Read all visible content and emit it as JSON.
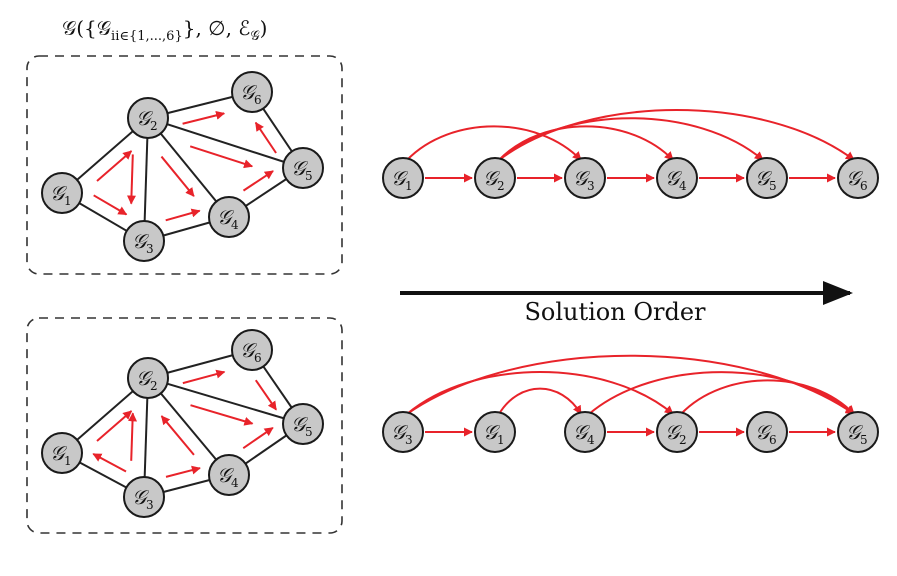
{
  "title": {
    "prefix": "𝒢({𝒢",
    "sub_i": "i",
    "set": "i∈{1,...,6}",
    "suffix": "}, ∅, ℰ",
    "sub_g": "𝒢",
    "close": ")"
  },
  "axis_label": "Solution Order",
  "node_symbol": "𝒢",
  "colors": {
    "arrow": "#e8232a",
    "node_fill": "#c8c8c8",
    "edge": "#222222"
  },
  "graphs": [
    {
      "nodes": [
        "1",
        "2",
        "3",
        "4",
        "5",
        "6"
      ],
      "edges": [
        [
          "1",
          "2"
        ],
        [
          "1",
          "3"
        ],
        [
          "2",
          "3"
        ],
        [
          "2",
          "4"
        ],
        [
          "2",
          "5"
        ],
        [
          "2",
          "6"
        ],
        [
          "3",
          "4"
        ],
        [
          "4",
          "5"
        ],
        [
          "5",
          "6"
        ]
      ],
      "arrows": [
        [
          "1",
          "2"
        ],
        [
          "1",
          "3"
        ],
        [
          "2",
          "3"
        ],
        [
          "2",
          "4"
        ],
        [
          "2",
          "5"
        ],
        [
          "2",
          "6"
        ],
        [
          "3",
          "4"
        ],
        [
          "4",
          "5"
        ],
        [
          "5",
          "6"
        ]
      ]
    },
    {
      "nodes": [
        "1",
        "2",
        "3",
        "4",
        "5",
        "6"
      ],
      "edges": [
        [
          "1",
          "2"
        ],
        [
          "1",
          "3"
        ],
        [
          "2",
          "3"
        ],
        [
          "2",
          "4"
        ],
        [
          "2",
          "5"
        ],
        [
          "2",
          "6"
        ],
        [
          "3",
          "4"
        ],
        [
          "4",
          "5"
        ],
        [
          "5",
          "6"
        ]
      ],
      "arrows": [
        [
          "1",
          "2"
        ],
        [
          "3",
          "1"
        ],
        [
          "3",
          "2"
        ],
        [
          "4",
          "2"
        ],
        [
          "2",
          "5"
        ],
        [
          "2",
          "6"
        ],
        [
          "3",
          "4"
        ],
        [
          "4",
          "5"
        ],
        [
          "6",
          "5"
        ]
      ]
    }
  ],
  "orders": [
    {
      "sequence": [
        "1",
        "2",
        "3",
        "4",
        "5",
        "6"
      ],
      "long_arrows": [
        [
          "1",
          "3"
        ],
        [
          "2",
          "4"
        ],
        [
          "2",
          "5"
        ],
        [
          "2",
          "6"
        ]
      ]
    },
    {
      "sequence": [
        "3",
        "1",
        "4",
        "2",
        "6",
        "5"
      ],
      "long_arrows": [
        [
          "3",
          "2"
        ],
        [
          "3",
          "5"
        ],
        [
          "1",
          "4"
        ],
        [
          "4",
          "5"
        ],
        [
          "2",
          "5"
        ]
      ],
      "chain_arrows": [
        [
          "3",
          "1"
        ],
        [
          "4",
          "2"
        ],
        [
          "2",
          "6"
        ],
        [
          "6",
          "5"
        ]
      ]
    }
  ]
}
